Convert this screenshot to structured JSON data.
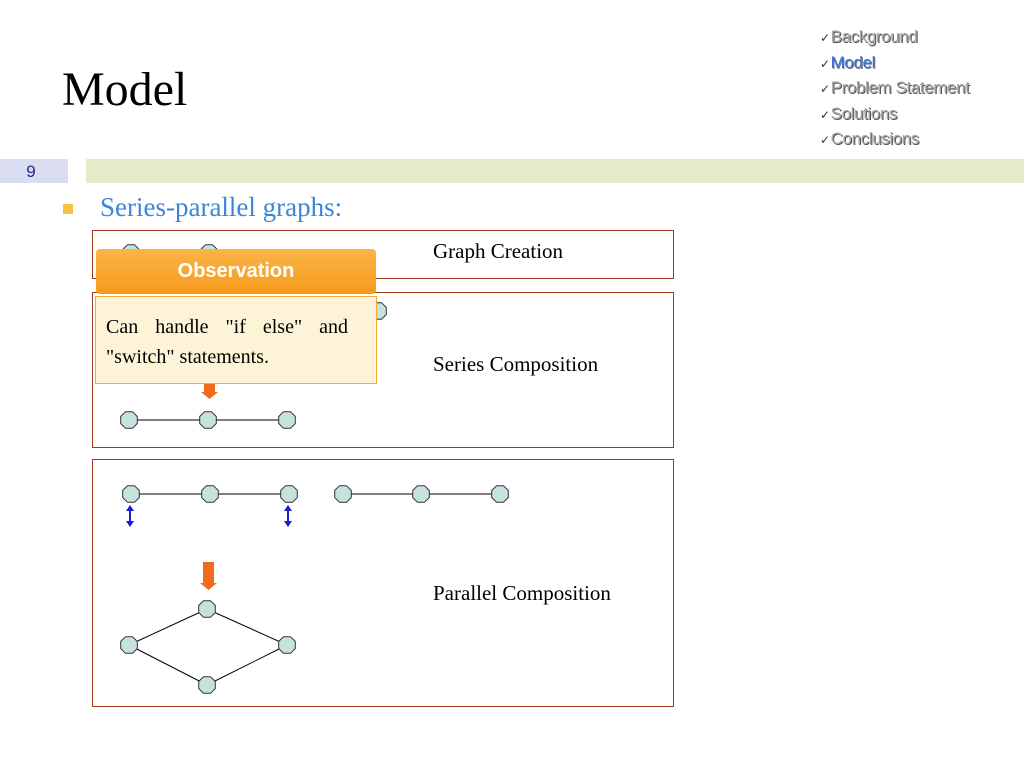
{
  "slide": {
    "title": "Model",
    "number": "9",
    "bullet": "Series-parallel graphs:"
  },
  "nav": {
    "items": [
      {
        "label": "Background",
        "active": false
      },
      {
        "label": "Model",
        "active": true
      },
      {
        "label": "Problem Statement",
        "active": false
      },
      {
        "label": "Solutions",
        "active": false
      },
      {
        "label": "Conclusions",
        "active": false
      }
    ],
    "check": "✓"
  },
  "diagram": {
    "graph_creation_label": "Graph Creation",
    "series_composition_label": "Series Composition",
    "parallel_composition_label": "Parallel Composition"
  },
  "callout": {
    "header": "Observation",
    "text": "Can handle \"if else\" and \"switch\" statements."
  },
  "colors": {
    "node_fill": "#c6e2df",
    "frame": "#9a3b1c",
    "arrow_orange": "#f26a1b",
    "arrow_blue": "#1a1ad0",
    "title_blue": "#3b86d6"
  }
}
